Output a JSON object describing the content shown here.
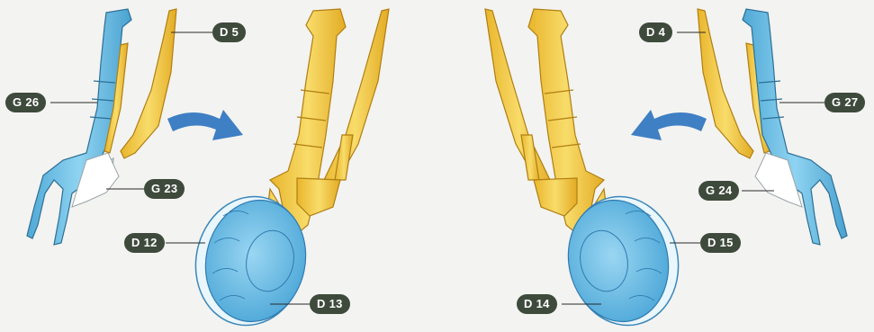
{
  "colors": {
    "blue_part": "#6fc3e6",
    "yellow_part": "#f3cc4a",
    "wheel": "#6cc0e8",
    "arrow": "#3f7fc4",
    "tag_fill": "#3e4a3c",
    "leader": "#2a2a2a"
  },
  "callouts": {
    "g26": "G 26",
    "d5": "D 5",
    "g23": "G 23",
    "d12": "D 12",
    "d13": "D 13",
    "d14": "D 14",
    "d15": "D 15",
    "d4": "D 4",
    "g27": "G 27",
    "g24": "G 24"
  },
  "arrows": {
    "left": "curved-arrow-right-icon",
    "right": "curved-arrow-left-icon"
  }
}
